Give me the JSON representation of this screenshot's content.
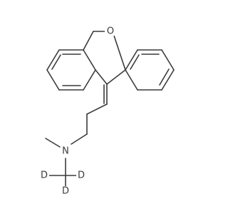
{
  "molecule": {
    "atoms": {
      "oxygen": "O",
      "nitrogen": "N",
      "deuterium_1": "D",
      "deuterium_2": "D",
      "deuterium_3": "D"
    },
    "colors": {
      "bond": "#3a3a3a",
      "heteroatom_o": "#3a3a3a",
      "heteroatom_n": "#3a3a3a",
      "deuterium": "#3a3a3a"
    }
  }
}
